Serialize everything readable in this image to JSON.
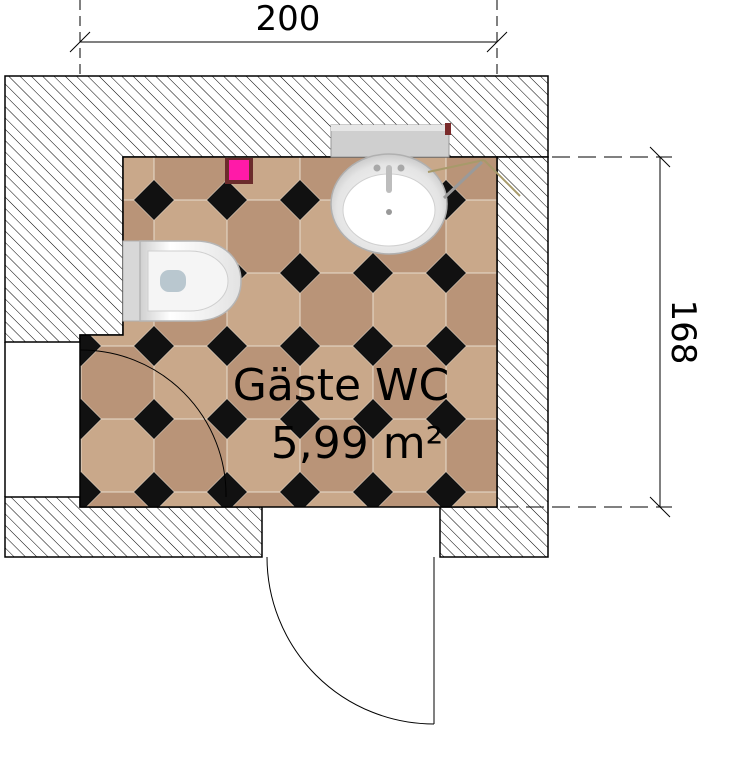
{
  "room": {
    "name": "Gäste WC",
    "area": "5,99 m²"
  },
  "dimensions": {
    "width": "200",
    "depth": "168"
  },
  "colors": {
    "tile_light": "#c9a88a",
    "tile_dark": "#b99478",
    "tile_diamond": "#111111",
    "wall_hatch": "#000000",
    "towel_hook": "#ff1aa8"
  }
}
